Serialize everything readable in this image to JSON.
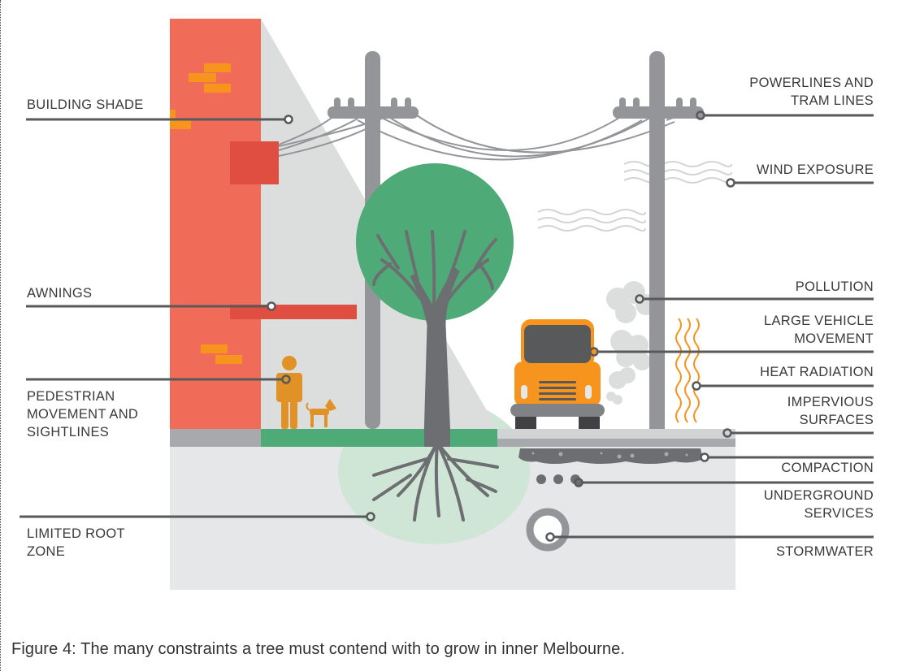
{
  "figure": {
    "caption": "Figure 4: The many constraints a tree must contend with to grow in inner Melbourne."
  },
  "labels": {
    "building_shade": "BUILDING SHADE",
    "awnings": "AWNINGS",
    "pedestrian": [
      "PEDESTRIAN",
      "MOVEMENT AND",
      "SIGHTLINES"
    ],
    "limited_root_zone": [
      "LIMITED ROOT",
      "ZONE"
    ],
    "powerlines": [
      "POWERLINES AND",
      "TRAM LINES"
    ],
    "wind_exposure": "WIND EXPOSURE",
    "pollution": "POLLUTION",
    "large_vehicle": [
      "LARGE VEHICLE",
      "MOVEMENT"
    ],
    "heat_radiation": "HEAT RADIATION",
    "impervious": [
      "IMPERVIOUS",
      "SURFACES"
    ],
    "compaction": "COMPACTION",
    "underground": [
      "UNDERGROUND",
      "SERVICES"
    ],
    "stormwater": "STORMWATER"
  },
  "colors": {
    "building": "#f06b58",
    "building_box": "#e04e42",
    "brick": "#f7941d",
    "shade": "#dcdddd",
    "ground": "#e6e7e8",
    "pole": "#939598",
    "tree_canopy": "#4eab78",
    "tree_trunk": "#6d6e71",
    "root_zone": "#cfe5d6",
    "vehicle": "#f7941d",
    "leader_line": "#58595b",
    "pedestrian": "#e09226"
  }
}
